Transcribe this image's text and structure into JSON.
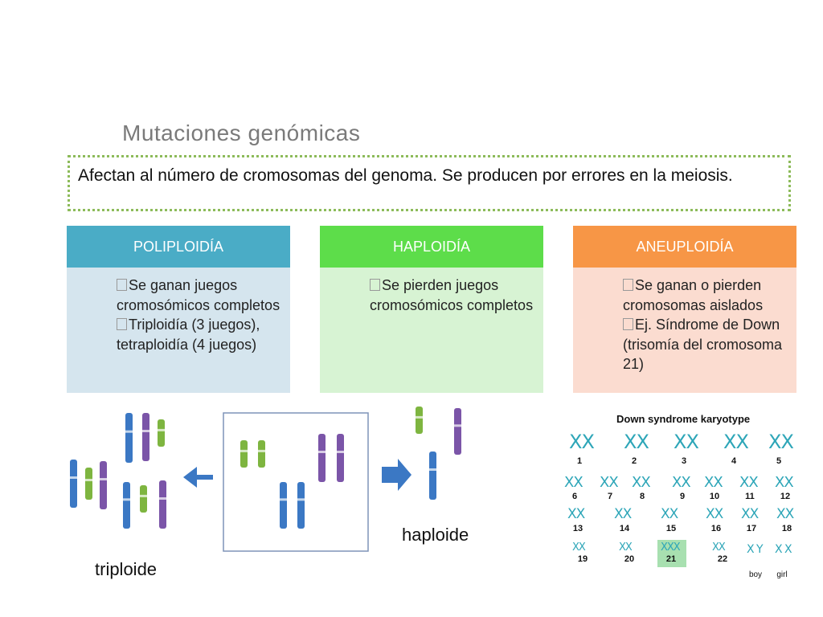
{
  "slide": {
    "title": "Mutaciones genómicas",
    "intro": "Afectan al número de cromosomas del genoma. Se producen por errores en la meiosis."
  },
  "columns": [
    {
      "header": "POLIPLOIDÍA",
      "color_header": "#4aacc6",
      "color_body": "#d5e5ee",
      "bullets": [
        "Se ganan juegos cromosómicos completos",
        "Triploidía (3 juegos), tetraploidía (4 juegos)"
      ]
    },
    {
      "header": "HAPLOIDÍA",
      "color_header": "#5ddd4a",
      "color_body": "#d7f3d3",
      "bullets": [
        "Se pierden juegos cromosómicos completos"
      ]
    },
    {
      "header": "ANEUPLOIDÍA",
      "color_header": "#f79646",
      "color_body": "#fbdcd0",
      "bullets": [
        "Se ganan o pierden cromosomas aislados",
        "Ej. Síndrome de Down (trisomía del cromosoma 21)"
      ]
    }
  ],
  "figure": {
    "label_triploid": "triploide",
    "label_haploid": "haploide",
    "chromosome_colors": {
      "blue": "#3b78c4",
      "purple": "#7b55a8",
      "green": "#7eb540"
    },
    "arrow_color": "#3b78c4"
  },
  "karyotype": {
    "title": "Down syndrome karyotype",
    "row1": [
      "1",
      "2",
      "3",
      "4",
      "5"
    ],
    "row2": [
      "6",
      "7",
      "8",
      "9",
      "10",
      "11",
      "12"
    ],
    "row3": [
      "13",
      "14",
      "15",
      "16",
      "17",
      "18"
    ],
    "row4": [
      "19",
      "20",
      "21",
      "22"
    ],
    "sex": {
      "boy_glyph": "X Y",
      "boy_label": "boy",
      "girl_glyph": "X X",
      "girl_label": "girl"
    },
    "highlight_color": "#a8e0b0",
    "pair_glyph": "XX",
    "triple_glyph": "XXX"
  }
}
